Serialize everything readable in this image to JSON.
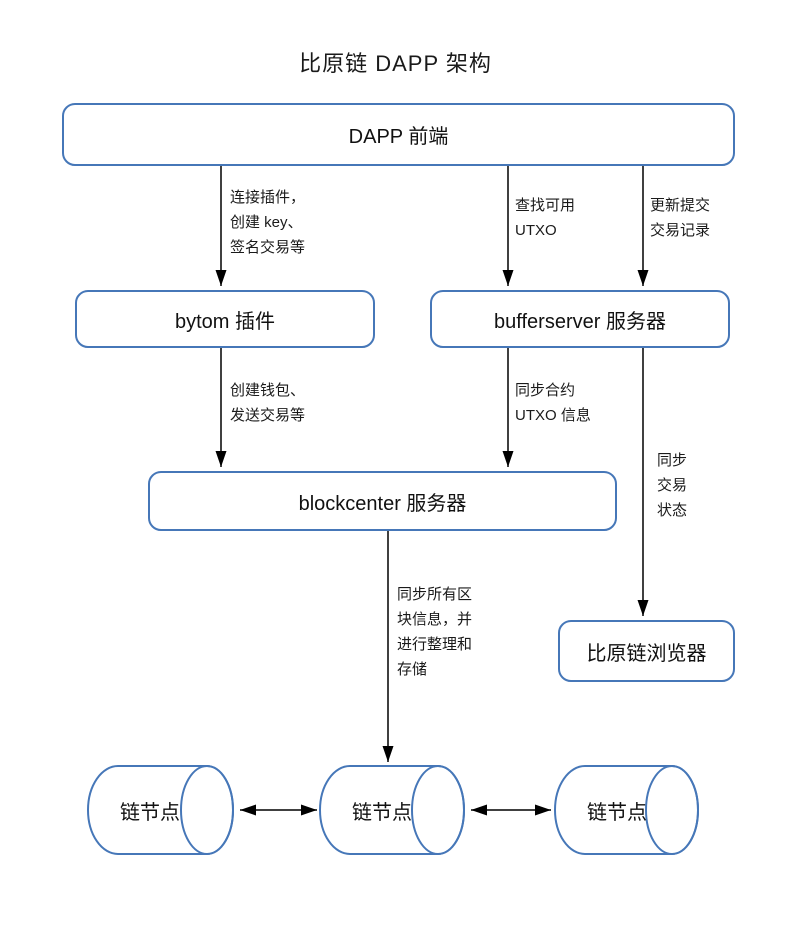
{
  "title": "比原链 DAPP 架构",
  "colors": {
    "node_border": "#4677b8",
    "arrow": "#000000",
    "text": "#1a1a1a",
    "background": "#ffffff"
  },
  "nodes": {
    "dapp_frontend": {
      "label": "DAPP 前端"
    },
    "bytom_plugin": {
      "label": "bytom 插件"
    },
    "bufferserver": {
      "label": "bufferserver 服务器"
    },
    "blockcenter": {
      "label": "blockcenter 服务器"
    },
    "explorer": {
      "label": "比原链浏览器"
    },
    "chain_node_left": {
      "label": "链节点"
    },
    "chain_node_middle": {
      "label": "链节点"
    },
    "chain_node_right": {
      "label": "链节点"
    }
  },
  "edges": {
    "frontend_to_plugin": {
      "label_lines": [
        "连接插件，",
        "创建 key、",
        "签名交易等"
      ]
    },
    "frontend_to_bufferserver_query": {
      "label_lines": [
        "查找可用",
        "UTXO"
      ]
    },
    "frontend_to_bufferserver_update": {
      "label_lines": [
        "更新提交",
        "交易记录"
      ]
    },
    "plugin_to_blockcenter": {
      "label_lines": [
        "创建钱包、",
        "发送交易等"
      ]
    },
    "bufferserver_to_blockcenter": {
      "label_lines": [
        "同步合约",
        "UTXO 信息"
      ]
    },
    "bufferserver_to_explorer": {
      "label_lines": [
        "同步",
        "交易",
        "状态"
      ]
    },
    "blockcenter_to_chain_node": {
      "label_lines": [
        "同步所有区",
        "块信息，并",
        "进行整理和",
        "存储"
      ]
    }
  }
}
